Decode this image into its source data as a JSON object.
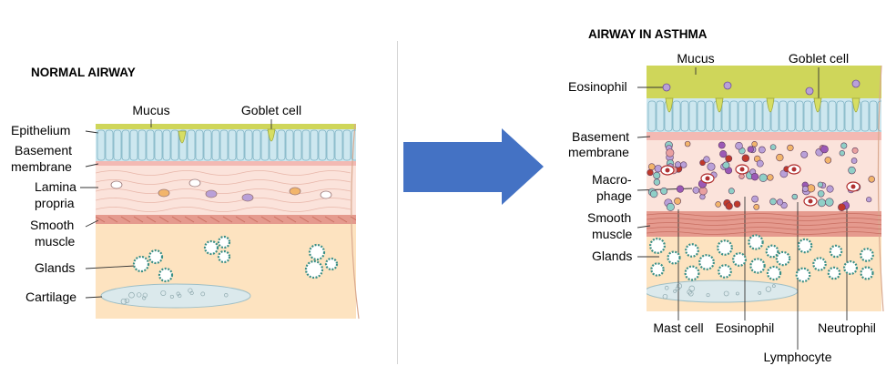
{
  "normal": {
    "title": "NORMAL AIRWAY",
    "labels": {
      "mucus": "Mucus",
      "goblet": "Goblet cell",
      "epithelium": "Epithelium",
      "basement_1": "Basement",
      "basement_2": "membrane",
      "lamina_1": "Lamina",
      "lamina_2": "propria",
      "smooth_1": "Smooth",
      "smooth_2": "muscle",
      "glands": "Glands",
      "cartilage": "Cartilage"
    }
  },
  "asthma": {
    "title": "AIRWAY IN ASTHMA",
    "labels": {
      "mucus": "Mucus",
      "goblet": "Goblet cell",
      "eosinophil_top": "Eosinophil",
      "basement_1": "Basement",
      "basement_2": "membrane",
      "macro_1": "Macro-",
      "macro_2": "phage",
      "smooth_1": "Smooth",
      "smooth_2": "muscle",
      "glands": "Glands",
      "mast": "Mast cell",
      "eosinophil_bottom": "Eosinophil",
      "neutrophil": "Neutrophil",
      "lymphocyte": "Lymphocyte"
    }
  },
  "colors": {
    "mucus": "#cfd65a",
    "epithelium": "#cde7ef",
    "basement": "#f3b9b3",
    "lamina": "#fbe3db",
    "muscle": "#e59a8e",
    "submucosa": "#fde3c0",
    "cartilage": "#dbe9ec",
    "arrow": "#4472c4",
    "gland": "#3a8f86"
  }
}
